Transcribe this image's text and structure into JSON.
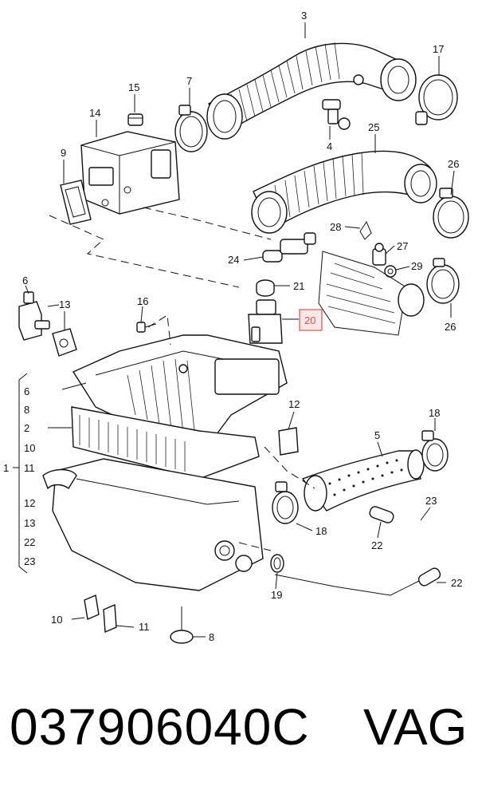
{
  "diagram": {
    "callouts": [
      {
        "id": "3",
        "text": "3"
      },
      {
        "id": "17",
        "text": "17"
      },
      {
        "id": "15",
        "text": "15"
      },
      {
        "id": "7",
        "text": "7"
      },
      {
        "id": "14",
        "text": "14"
      },
      {
        "id": "4",
        "text": "4"
      },
      {
        "id": "25",
        "text": "25"
      },
      {
        "id": "9",
        "text": "9"
      },
      {
        "id": "26a",
        "text": "26"
      },
      {
        "id": "28",
        "text": "28"
      },
      {
        "id": "24",
        "text": "24"
      },
      {
        "id": "27",
        "text": "27"
      },
      {
        "id": "29",
        "text": "29"
      },
      {
        "id": "6a",
        "text": "6"
      },
      {
        "id": "21",
        "text": "21"
      },
      {
        "id": "13a",
        "text": "13"
      },
      {
        "id": "16",
        "text": "16"
      },
      {
        "id": "20",
        "text": "20"
      },
      {
        "id": "26b",
        "text": "26"
      },
      {
        "id": "12a",
        "text": "12"
      },
      {
        "id": "18a",
        "text": "18"
      },
      {
        "id": "5",
        "text": "5"
      },
      {
        "id": "23a",
        "text": "23"
      },
      {
        "id": "18b",
        "text": "18"
      },
      {
        "id": "22a",
        "text": "22"
      },
      {
        "id": "22b",
        "text": "22"
      },
      {
        "id": "19",
        "text": "19"
      },
      {
        "id": "10",
        "text": "10"
      },
      {
        "id": "11",
        "text": "11"
      },
      {
        "id": "8",
        "text": "8"
      }
    ],
    "assembly_list": {
      "parent": "1",
      "items": [
        "6",
        "8",
        "2",
        "10",
        "11",
        "12",
        "13",
        "22",
        "23"
      ]
    },
    "highlighted_callout": "20",
    "highlight_color": "#d9534f"
  },
  "footer": {
    "part_number": "037906040C",
    "brand": "VAG"
  }
}
